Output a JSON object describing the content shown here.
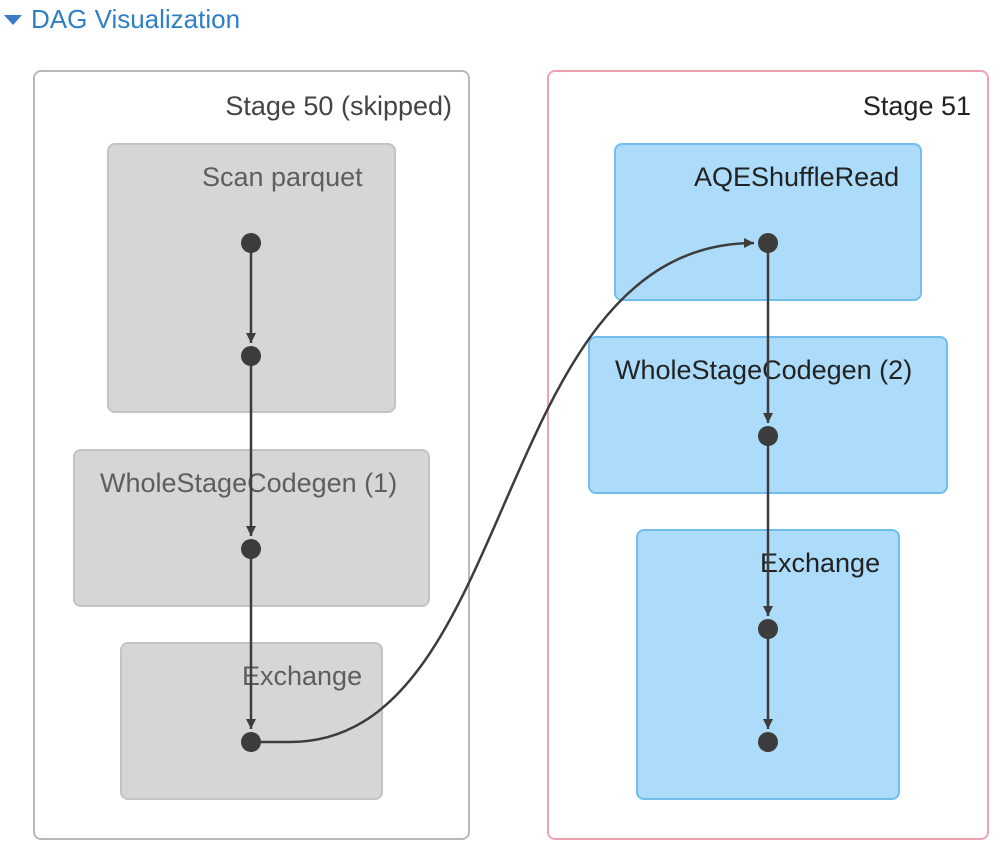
{
  "section": {
    "title": "DAG Visualization",
    "toggle_icon": "caret-down-icon",
    "accent_color": "#2f7fc6"
  },
  "stages": [
    {
      "label": "Stage 50 (skipped)",
      "status": "skipped",
      "clusters": [
        {
          "label": "Scan parquet"
        },
        {
          "label": "WholeStageCodegen (1)"
        },
        {
          "label": "Exchange"
        }
      ]
    },
    {
      "label": "Stage 51",
      "status": "active",
      "clusters": [
        {
          "label": "AQEShuffleRead"
        },
        {
          "label": "WholeStageCodegen (2)"
        },
        {
          "label": "Exchange"
        }
      ]
    }
  ],
  "colors": {
    "skipped_fill": "#d6d6d6",
    "active_fill": "#acdcfa",
    "active_stage_border": "#eda2b1",
    "edge": "#3c3c3c"
  }
}
